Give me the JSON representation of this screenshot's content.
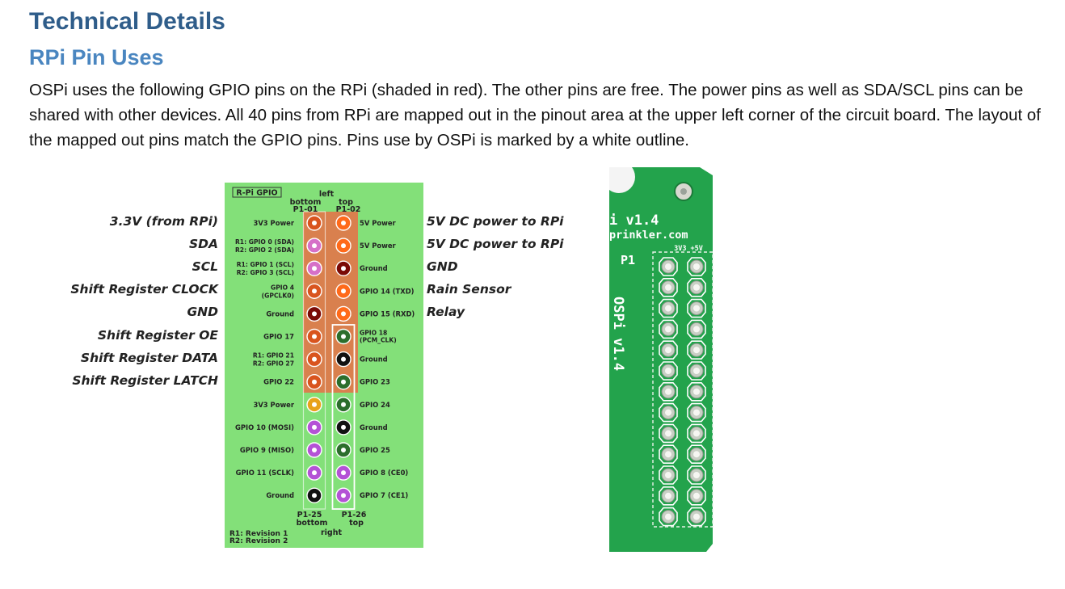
{
  "heading": "Technical Details",
  "subheading": "RPi Pin Uses",
  "paragraph": "OSPi uses the following GPIO pins on the RPi (shaded in red). The other pins are free. The power pins as well as SDA/SCL pins can be shared with other devices. All 40 pins from RPi are mapped out in the pinout area at the upper left corner of the circuit board. The layout of the mapped out pins match the GPIO pins. Pins use by OSPi is marked by a white outline.",
  "colors": {
    "heading": "#2f5d8a",
    "subheading": "#4a86c0",
    "header_bg": "#83e079",
    "pin_red": "#d9541e",
    "pin_orange": "#ff6a1a",
    "pin_dark": "#7a0a06",
    "pin_green": "#2c6e2c",
    "pin_black": "#111111",
    "pin_yellow": "#e8a21a",
    "pin_purple": "#b452d6",
    "pin_pink": "#d670c8",
    "shade": "#d9804e",
    "pcb_green": "#23a34c"
  },
  "external_labels": {
    "left": [
      {
        "text": "3.3V (from RPi)",
        "row": 0
      },
      {
        "text": "SDA",
        "row": 1
      },
      {
        "text": "SCL",
        "row": 2
      },
      {
        "text": "Shift Register CLOCK",
        "row": 3
      },
      {
        "text": "GND",
        "row": 4
      },
      {
        "text": "Shift Register OE",
        "row": 5
      },
      {
        "text": "Shift Register DATA",
        "row": 6
      },
      {
        "text": "Shift Register LATCH",
        "row": 7
      }
    ],
    "right": [
      {
        "text": "5V DC power to RPi",
        "row": 0
      },
      {
        "text": "5V DC power to RPi",
        "row": 1
      },
      {
        "text": "GND",
        "row": 2
      },
      {
        "text": "Rain Sensor",
        "row": 3
      },
      {
        "text": "Relay",
        "row": 4
      }
    ]
  },
  "gpio_diagram": {
    "box_label": "R-Pi GPIO",
    "header_left": "left",
    "header_bottom": "bottom",
    "header_top": "top",
    "pin_p1_01": "P1-01",
    "pin_p1_02": "P1-02",
    "pin_p1_25": "P1-25",
    "pin_p1_26": "P1-26",
    "footer_bottom": "bottom",
    "footer_top": "top",
    "footer_right": "right",
    "rev1": "R1: Revision 1",
    "rev2": "R2: Revision 2",
    "rows": [
      {
        "left": [
          "3V3 Power"
        ],
        "right": [
          "5V Power"
        ],
        "lc": "pin_red",
        "rc": "pin_orange"
      },
      {
        "left": [
          "R1: GPIO 0 (SDA)",
          "R2: GPIO 2 (SDA)"
        ],
        "right": [
          "5V Power"
        ],
        "lc": "pin_pink",
        "rc": "pin_orange"
      },
      {
        "left": [
          "R1: GPIO 1 (SCL)",
          "R2: GPIO 3 (SCL)"
        ],
        "right": [
          "Ground"
        ],
        "lc": "pin_pink",
        "rc": "pin_dark"
      },
      {
        "left": [
          "GPIO 4",
          "(GPCLK0)"
        ],
        "right": [
          "GPIO 14 (TXD)"
        ],
        "lc": "pin_red",
        "rc": "pin_orange"
      },
      {
        "left": [
          "Ground"
        ],
        "right": [
          "GPIO 15 (RXD)"
        ],
        "lc": "pin_dark",
        "rc": "pin_orange"
      },
      {
        "left": [
          "GPIO 17"
        ],
        "right": [
          "GPIO 18",
          "(PCM_CLK)"
        ],
        "lc": "pin_red",
        "rc": "pin_green"
      },
      {
        "left": [
          "R1: GPIO 21",
          "R2: GPIO 27"
        ],
        "right": [
          "Ground"
        ],
        "lc": "pin_red",
        "rc": "pin_black"
      },
      {
        "left": [
          "GPIO 22"
        ],
        "right": [
          "GPIO 23"
        ],
        "lc": "pin_red",
        "rc": "pin_green"
      },
      {
        "left": [
          "3V3 Power"
        ],
        "right": [
          "GPIO 24"
        ],
        "lc": "pin_yellow",
        "rc": "pin_green"
      },
      {
        "left": [
          "GPIO 10 (MOSI)"
        ],
        "right": [
          "Ground"
        ],
        "lc": "pin_purple",
        "rc": "pin_black"
      },
      {
        "left": [
          "GPIO 9 (MISO)"
        ],
        "right": [
          "GPIO 25"
        ],
        "lc": "pin_purple",
        "rc": "pin_green"
      },
      {
        "left": [
          "GPIO 11 (SCLK)"
        ],
        "right": [
          "GPIO 8 (CE0)"
        ],
        "lc": "pin_purple",
        "rc": "pin_purple"
      },
      {
        "left": [
          "Ground"
        ],
        "right": [
          "GPIO 7 (CE1)"
        ],
        "lc": "pin_black",
        "rc": "pin_purple"
      }
    ]
  },
  "pcb": {
    "version_text": "i v1.4",
    "url_text": "prinkler.com",
    "power_text": "3V3 +5V",
    "header_label": "P1",
    "vertical_text": "OSPi v1.4",
    "pin_rows": 13
  }
}
